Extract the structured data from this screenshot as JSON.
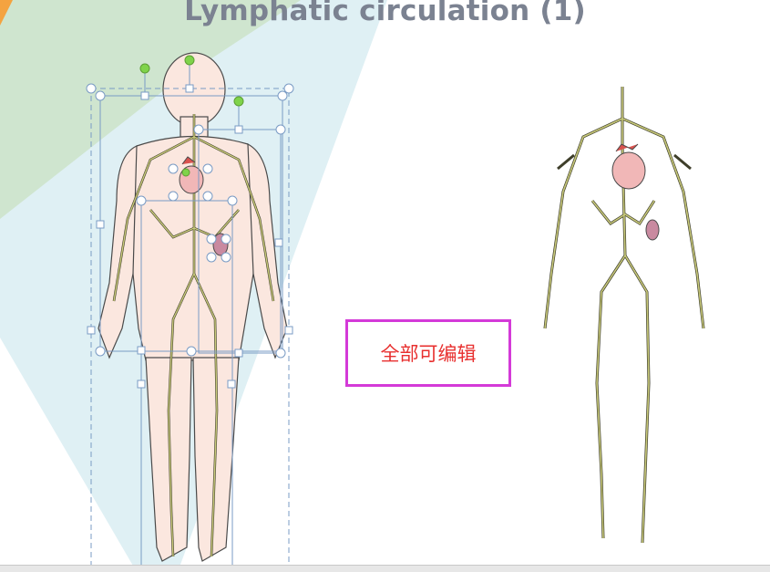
{
  "slide": {
    "title": "Lymphatic circulation (1)",
    "edit_note": "全部可编辑"
  },
  "colors": {
    "title": "#7b8291",
    "edit_note_text": "#e8302f",
    "edit_note_border": "#d43ad8",
    "skin": "#fbe7df",
    "skin_outline": "#4a4a4a",
    "lymph_vessel": "#c8c97a",
    "lymph_outline": "#3e3e2a",
    "selection_box": "#7a9bc4",
    "rotate_handle": "#7fd34a",
    "background_green": "#cfe5cf",
    "background_blue": "#dff0f4"
  },
  "icons": {
    "rotate_handle": "green-circle",
    "resize_handle": "white-square"
  }
}
